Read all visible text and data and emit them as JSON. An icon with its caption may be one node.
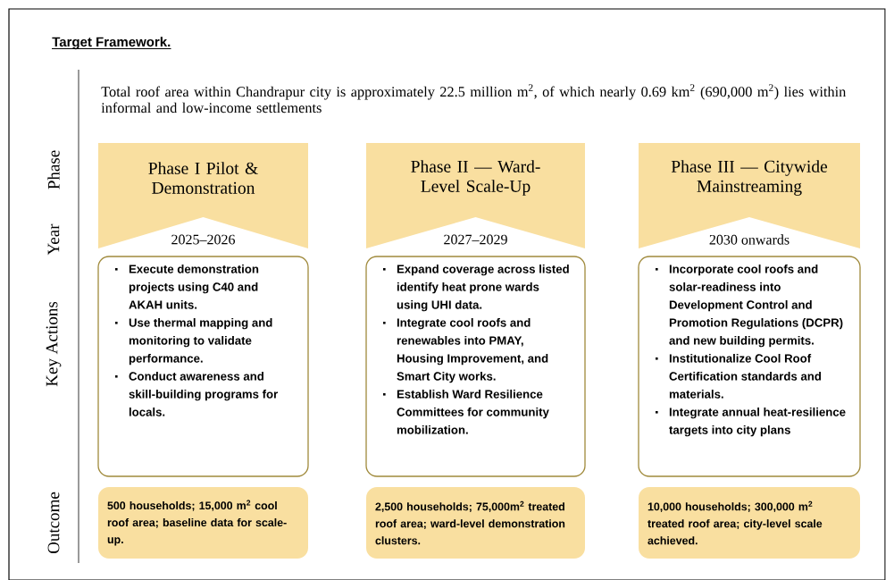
{
  "diagram": {
    "title": "Target Framework.",
    "nodes": [
      {
        "text": [
          "Phase I Pilot & Demonstration",
          "2025–2026"
        ]
      },
      {
        "text": [
          "Execute demonstration projects using C40 and AKAH units.",
          "Use thermal mapping and monitoring to validate performance.",
          "Conduct awareness and skill-building programs for locals."
        ]
      },
      {
        "text": [
          "500 households; 15,000 m$^{2}$ cool roof area; baseline data for scale-up."
        ]
      },
      {
        "text": [
          "Phase II — Ward-Level Scale-Up",
          "2027–2029"
        ]
      },
      {
        "text": [
          "Expand coverage across listed identify heat prone wards using UHI data.",
          "Integrate cool roofs and renewables into PMAY, Housing Improvement, and Smart City works.",
          "Establish Ward Resilience Committees for community mobilization."
        ]
      },
      {
        "text": [
          "2,500 households; 75,000m$^{2}$ treated roof area; ward-level demonstration clusters."
        ]
      },
      {
        "text": [
          "Phase III — Citywide Mainstreaming",
          "2030 onwards"
        ]
      },
      {
        "text": [
          "Incorporate cool roofs and solar-readiness into Development Control and Promotion Regulations (DCPR) and new building permits.",
          "Institutionalize Cool Roof Certification standards and materials.",
          "Integrate annual heat-resilience targets into city plans"
        ]
      },
      {
        "text": [
          "10,000 households; 300,000 m$^{2}$ treated roof area; city-level scale achieved."
        ]
      }
    ],
    "labels": [
      "Total roof area within Chandrapur city is approximately 22.5 million m$^{2}$, of which nearly 0.69 km$^{2}$ (690,000 m$^{2}$) lies within informal and low-income settlements",
      "Phase",
      "Year",
      "Key Actions",
      "Outcome"
    ]
  }
}
